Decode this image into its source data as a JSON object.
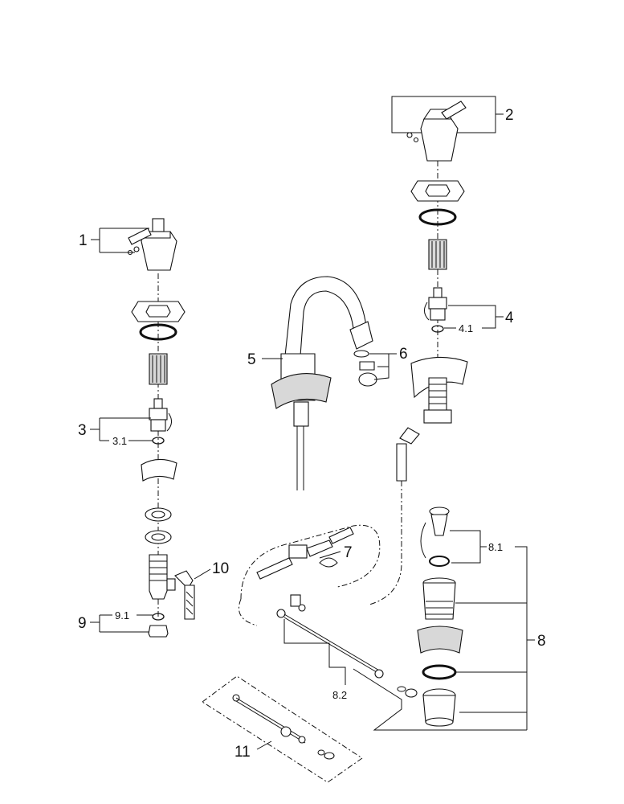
{
  "diagram": {
    "labels": [
      {
        "key": "p1",
        "text": "1"
      },
      {
        "key": "p2",
        "text": "2"
      },
      {
        "key": "p3",
        "text": "3"
      },
      {
        "key": "p3_1",
        "text": "3.1"
      },
      {
        "key": "p4",
        "text": "4"
      },
      {
        "key": "p4_1",
        "text": "4.1"
      },
      {
        "key": "p5",
        "text": "5"
      },
      {
        "key": "p6",
        "text": "6"
      },
      {
        "key": "p7",
        "text": "7"
      },
      {
        "key": "p8",
        "text": "8"
      },
      {
        "key": "p8_1",
        "text": "8.1"
      },
      {
        "key": "p8_2",
        "text": "8.2"
      },
      {
        "key": "p9",
        "text": "9"
      },
      {
        "key": "p9_1",
        "text": "9.1"
      },
      {
        "key": "p10",
        "text": "10"
      },
      {
        "key": "p11",
        "text": "11"
      }
    ]
  }
}
